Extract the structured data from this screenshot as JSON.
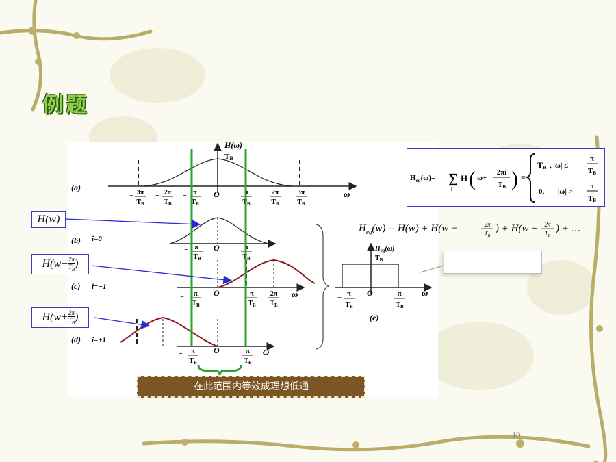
{
  "slide": {
    "title": "例题",
    "page_number": "10",
    "banner": "在此范围内等效成理想低通",
    "colors": {
      "title_green": "#8fd14f",
      "curve_red": "#8b1a1a",
      "guide_green": "#2aa52a",
      "arrow_blue": "#2b2bd0",
      "banner_brown": "#7b5524"
    }
  },
  "figure": {
    "ylabel": "H(ω)",
    "ylabel_tick": "T",
    "ylabel_tick_sub": "B",
    "x_symbol": "ω",
    "origin": "O",
    "panels": {
      "a": "(a)",
      "b": "(b)",
      "b_i": "i=0",
      "c": "(c)",
      "c_i": "i=−1",
      "d": "(d)",
      "d_i": "i=+1",
      "e": "(e)"
    },
    "ticks": {
      "neg3": {
        "sign": "−",
        "num": "3π",
        "den": "T",
        "sub": "B"
      },
      "neg2": {
        "sign": "−",
        "num": "2π",
        "den": "T",
        "sub": "B"
      },
      "neg1": {
        "sign": "−",
        "num": "π",
        "den": "T",
        "sub": "B"
      },
      "pos1": {
        "sign": "",
        "num": "π",
        "den": "T",
        "sub": "B"
      },
      "pos2": {
        "sign": "",
        "num": "2π",
        "den": "T",
        "sub": "B"
      },
      "pos3": {
        "sign": "",
        "num": "3π",
        "den": "T",
        "sub": "B"
      }
    },
    "heq_label": "H",
    "heq_sub": "eq",
    "heq_arg": "(ω)"
  },
  "labels": {
    "h0": "H(w)",
    "hm_prefix": "H(w−",
    "hp_prefix": "H(w+",
    "frac_num": "2π",
    "frac_den": "T",
    "frac_sub": "B",
    "close": ")"
  },
  "equations": {
    "sum_eq": "H_eq(w) = H(w) + H(w−2π/T_B) + H(w+2π/T_B) + …",
    "sum_parts": {
      "lhs": "H",
      "lhs_sub": "eq",
      "rhs": "(w) = H(w) + H(w −",
      "mid": ") + H(w +",
      "end": ") + …"
    },
    "piecewise": {
      "lhs": "H",
      "lhs_sub": "eq",
      "lhs_arg": "(ω)=",
      "sum": "∑",
      "sum_idx": "i",
      "hterm": "H",
      "omega_plus": "ω+",
      "num": "2πi",
      "den": "T",
      "den_sub": "B",
      "eq": "=",
      "case1_val": "T",
      "case1_sub": "B",
      "case1_cond": ", |ω| ≤",
      "case2_val": "0,",
      "case2_cond": "|ω| >",
      "pi": "π"
    }
  }
}
